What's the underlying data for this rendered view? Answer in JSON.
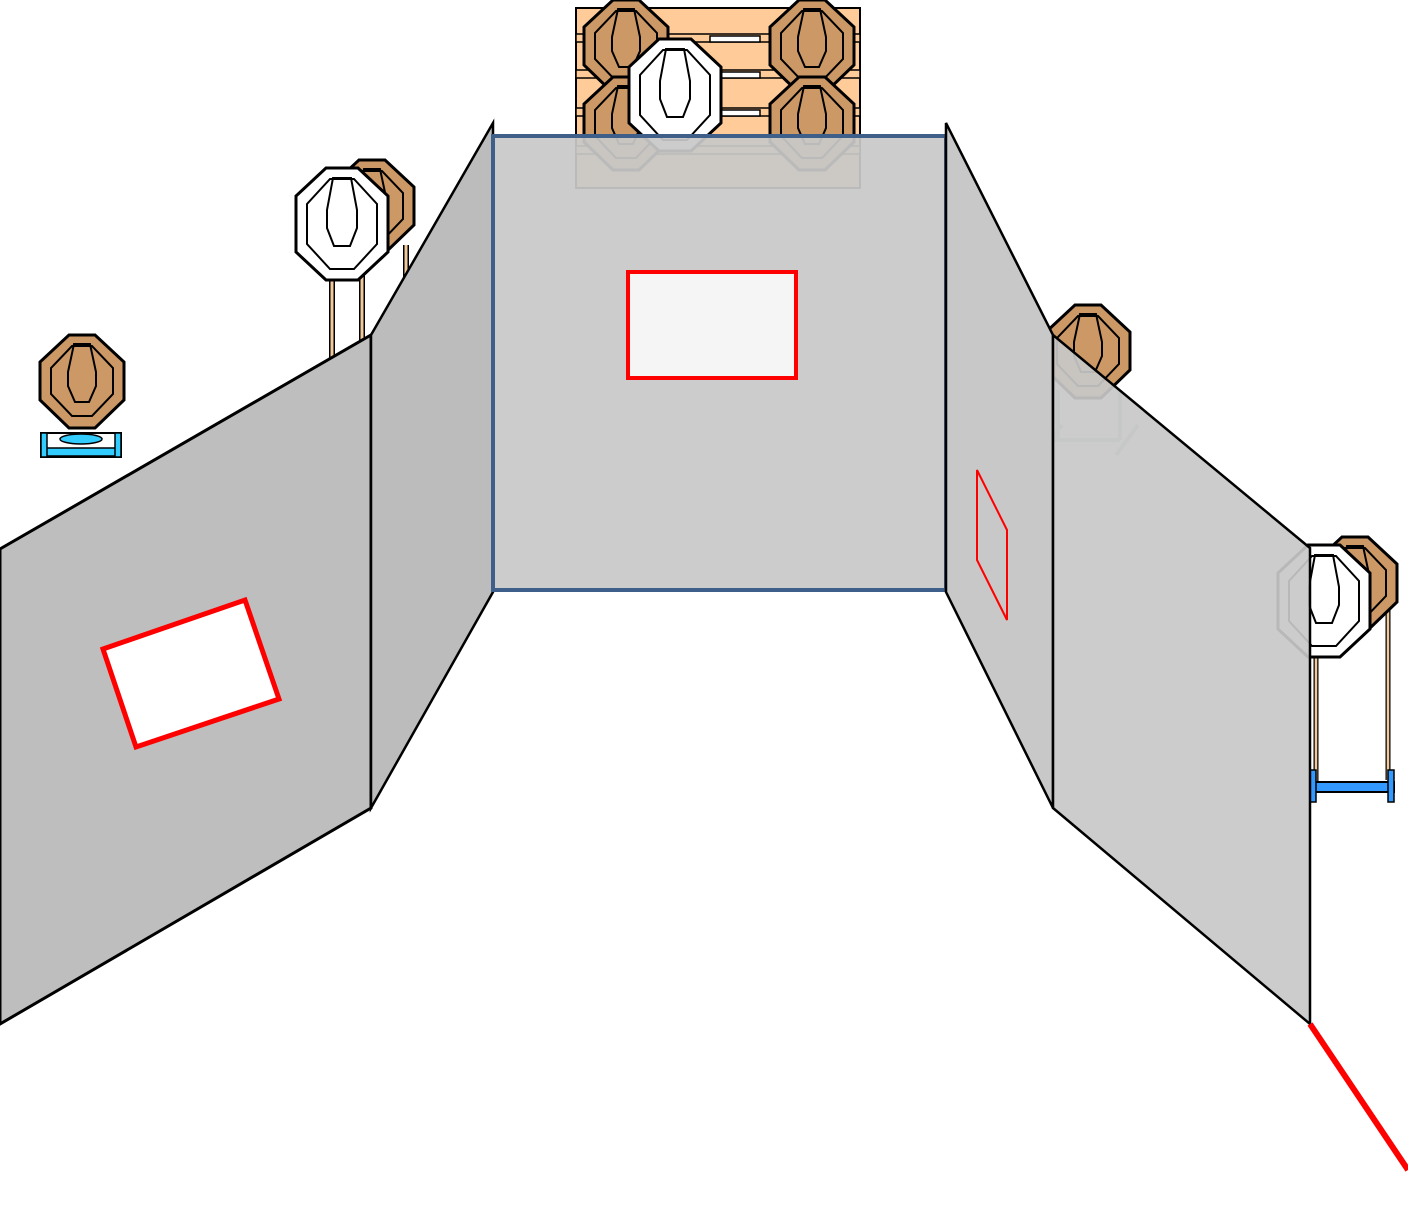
{
  "colors": {
    "background": "#ffffff",
    "wall_fill": "#c8c8c8",
    "wall_fill_dark": "#bebebe",
    "front_wall_stroke": "#3e5f8a",
    "window_stroke": "#ff0000",
    "window_fill": "#f5f5f5",
    "target_cardboard": "#cc9966",
    "target_white": "#ffffff",
    "pallet": "#ffcc99",
    "stand_blue": "#3399ff",
    "stand_cyan": "#33ccff",
    "fault_line": "#ff0000"
  },
  "walls": [
    "left-wall",
    "left-side-wall",
    "front-wall",
    "right-side-wall",
    "right-wall"
  ],
  "windows": [
    "left-wall-window",
    "front-wall-window",
    "right-side-wall-window"
  ],
  "targets": [
    {
      "kind": "cardboard",
      "location": "far-left-stand"
    },
    {
      "kind": "cardboard",
      "location": "left-pair-back"
    },
    {
      "kind": "white",
      "location": "left-pair-front"
    },
    {
      "kind": "cardboard",
      "location": "pallet-top-left"
    },
    {
      "kind": "cardboard",
      "location": "pallet-top-right"
    },
    {
      "kind": "cardboard",
      "location": "pallet-bottom-left"
    },
    {
      "kind": "cardboard",
      "location": "pallet-bottom-right"
    },
    {
      "kind": "white",
      "location": "pallet-center"
    },
    {
      "kind": "cardboard",
      "location": "right-behind-wall"
    },
    {
      "kind": "cardboard",
      "location": "right-pair-back"
    },
    {
      "kind": "white",
      "location": "right-pair-front"
    }
  ],
  "fault_line": "fault-line-right"
}
